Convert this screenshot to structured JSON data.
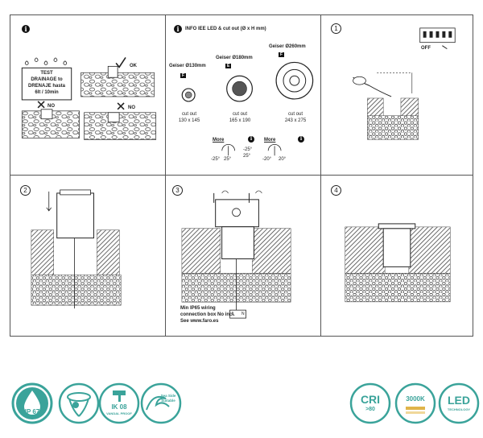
{
  "panel_info": {
    "test_line1": "TEST",
    "test_line2": "DRAINAGE to",
    "test_line3": "DRENAJE hasta",
    "test_line4": "6lt / 10min",
    "ok": "OK",
    "no1": "NO",
    "no2": "NO"
  },
  "panel_cutout": {
    "title": "INFO IEE LED & cut out (Ø x H mm)",
    "items": [
      {
        "name": "Geiser Ø130mm",
        "class": "F",
        "label": "cut out",
        "dims": "130 x 145"
      },
      {
        "name": "Geiser Ø180mm",
        "class": "E",
        "label": "cut out",
        "dims": "165 x 190"
      },
      {
        "name": "Geiser Ø260mm",
        "class": "F",
        "label": "cut out",
        "dims": "243 x 275"
      }
    ],
    "more1": "More",
    "more2": "More",
    "angle_a1": "-25°",
    "angle_a2": "25°",
    "angle_b1": "-25°",
    "angle_b2": "25°",
    "angle_c1": "-20°",
    "angle_c2": "20°"
  },
  "panel_step1": {
    "num": "1",
    "off": "OFF"
  },
  "panel_step2": {
    "num": "2"
  },
  "panel_step3": {
    "num": "3",
    "note1": "Min IP65 wiring",
    "note2": "connection box No incl.",
    "note3": "See www.faro.es",
    "term_l": "L",
    "term_n": "N"
  },
  "panel_step4": {
    "num": "4"
  },
  "info_symbol": "i",
  "badges": {
    "ip": "IP 67",
    "ik_top": "IK 08",
    "ik_bottom": "VANDAL PROOF",
    "sea_line1": "Sea Side",
    "sea_line2": "Suitable",
    "cri": "CRI",
    "cri_value": ">80",
    "kelvin": "3000K",
    "led": "LED",
    "led_sub": "TECHNOLOGY"
  },
  "colors": {
    "teal": "#3aa39a",
    "gold": "#e0b44a",
    "line": "#222222"
  }
}
